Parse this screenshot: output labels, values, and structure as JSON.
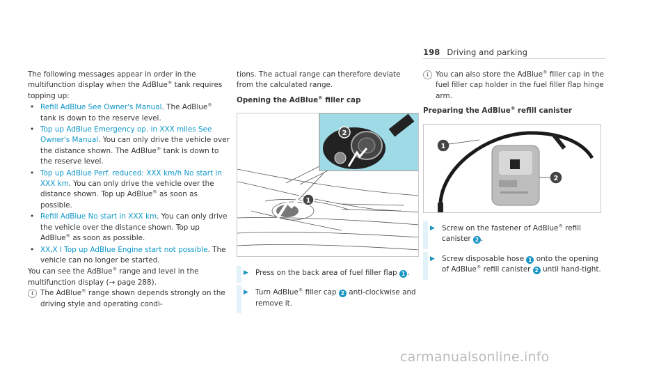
{
  "header": {
    "page_number": "198",
    "section": "Driving and parking"
  },
  "col1": {
    "intro": "The following messages appear in order in the multifunction display when the AdBlue",
    "intro_tail": " tank requires topping up:",
    "bullets": [
      {
        "msg": "Refill AdBlue See Owner's Manual",
        "text": ". The AdBlue",
        "text2": " tank is down to the reserve level."
      },
      {
        "msg": "Top up AdBlue Emergency op. in XXX miles See Owner's Manual",
        "text": ". You can only drive the vehicle over the distance shown. The AdBlue",
        "text2": " tank is down to the reserve level."
      },
      {
        "msg": "Top up AdBlue Perf. reduced: XXX km/h No start in XXX km",
        "text": ". You can only drive the vehicle over the distance shown. Top up AdBlue",
        "text2": " as soon as possible."
      },
      {
        "msg": "Refill AdBlue No start in XXX km",
        "text": ". You can only drive the vehicle over the distance shown. Top up AdBlue",
        "text2": " as soon as possible."
      },
      {
        "msg": "XX,X l Top up AdBlue Engine start not possible",
        "text": ". The vehicle can no longer be started.",
        "text2": ""
      }
    ],
    "range_text": "You can see the AdBlue",
    "range_text2": " range and level in the multifunction display (",
    "range_ref": "→ page 288",
    "range_end": ").",
    "tip": "The AdBlue",
    "tip2": " range shown depends strongly on the driving style and operating condi-"
  },
  "col2": {
    "continued": "tions. The actual range can therefore deviate from the calculated range.",
    "heading": "Opening the AdBlue",
    "heading2": " filler cap",
    "steps": [
      {
        "text": "Press on the back area of fuel filler flap ",
        "badge": "1",
        "after": "."
      },
      {
        "text": "Turn AdBlue",
        "text_b": " filler cap ",
        "badge": "2",
        "after": " anti-clockwise and remove it."
      }
    ]
  },
  "col3": {
    "tip": "You can also store the AdBlue",
    "tip2": " filler cap in the fuel filler cap holder in the fuel filler flap hinge arm.",
    "heading": "Preparing the AdBlue",
    "heading2": " refill canister",
    "steps": [
      {
        "text": "Screw on the fastener of AdBlue",
        "text_b": " refill canister ",
        "badge": "2",
        "after": "."
      },
      {
        "text": "Screw disposable hose ",
        "badge": "1",
        "text_b": " onto the opening of AdBlue",
        "text_c": " refill canister ",
        "badge2": "2",
        "after": " until hand-tight."
      }
    ]
  },
  "figures": {
    "fig1_labels": [
      "2",
      "1"
    ],
    "fig2_labels": [
      "1",
      "2"
    ]
  },
  "reg": "®",
  "info_glyph": "i",
  "bullet_glyph": "•",
  "arrow_glyph": "▶",
  "watermark": "carmanualsonline.info",
  "colors": {
    "message": "#0e97c9",
    "badge": "#1895c4",
    "step_bar": "#e3f1f8",
    "figure_teal": "#9fdbe6"
  }
}
